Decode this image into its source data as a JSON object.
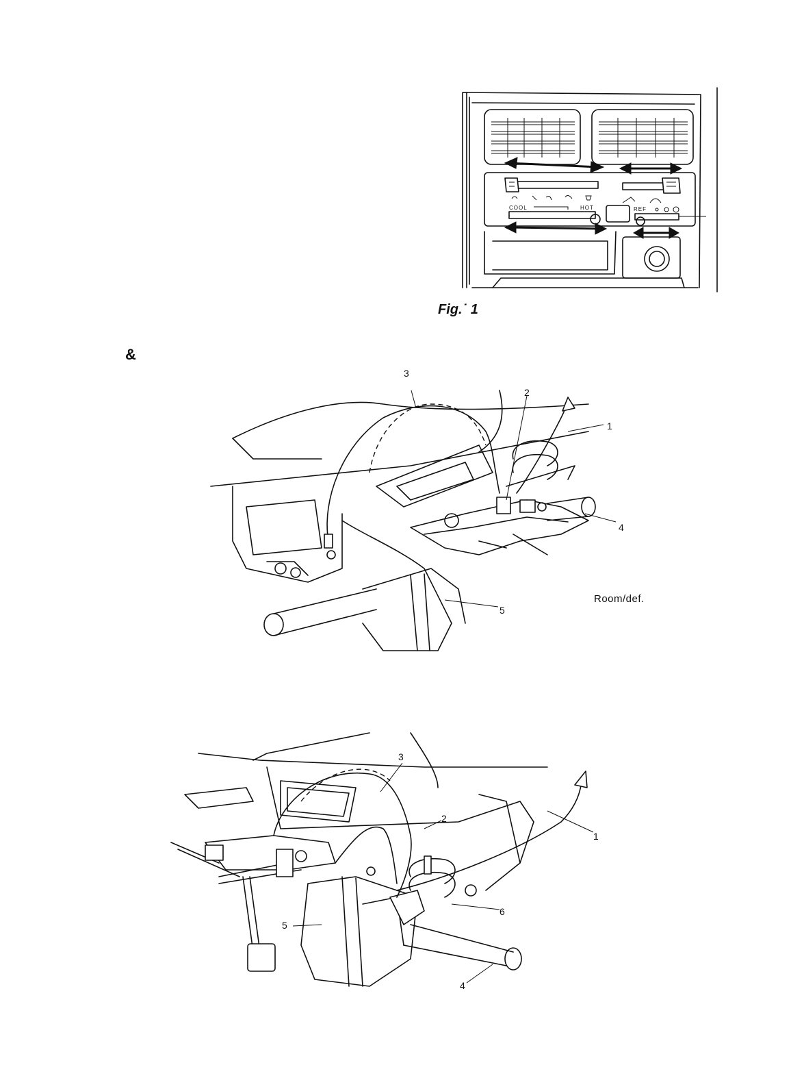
{
  "fig1": {
    "caption": "Fig.˙  1",
    "panel_labels": {
      "cool": "COOL",
      "hot": "HOT",
      "ref": "REF"
    }
  },
  "ampersand": "&",
  "diagram_top": {
    "callouts": [
      "1",
      "2",
      "3",
      "4",
      "5"
    ],
    "note": "Room/def."
  },
  "diagram_bottom": {
    "callouts": [
      "1",
      "2",
      "3",
      "4",
      "5",
      "6"
    ]
  }
}
